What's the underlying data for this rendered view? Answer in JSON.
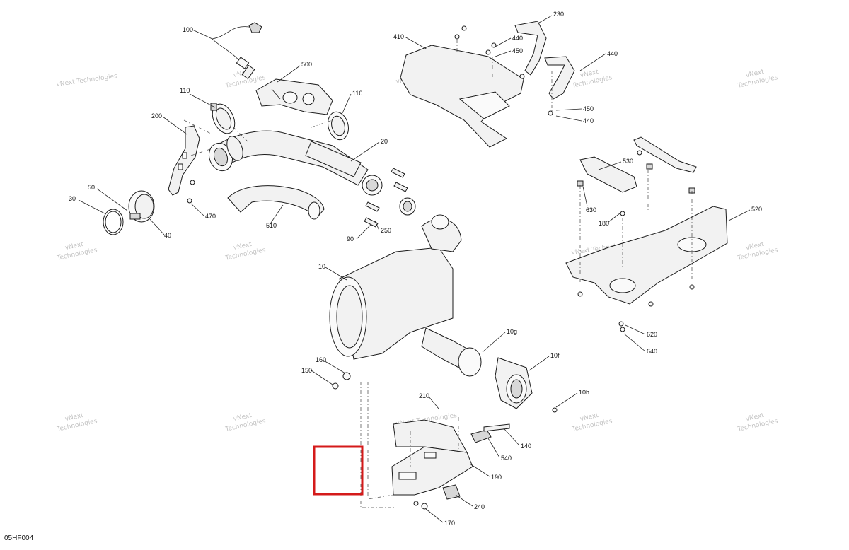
{
  "figure_id": "05HF004",
  "watermark": {
    "line1": "vNext",
    "line2": "Technologies",
    "line3": "vNext Technologies"
  },
  "callouts": {
    "c100": "100",
    "c500": "500",
    "c110a": "110",
    "c110b": "110",
    "c200": "200",
    "c20": "20",
    "c50": "50",
    "c30": "30",
    "c40": "40",
    "c470": "470",
    "c510": "510",
    "c250": "250",
    "c90": "90",
    "c410": "410",
    "c230": "230",
    "c440a": "440",
    "c450a": "450",
    "c440b": "440",
    "c450b": "450",
    "c440c": "440",
    "c530": "530",
    "c630": "630",
    "c180": "180",
    "c520": "520",
    "c10": "10",
    "c10g": "10g",
    "c10f": "10f",
    "c10h": "10h",
    "c160": "160",
    "c150": "150",
    "c210": "210",
    "c140": "140",
    "c540": "540",
    "c190": "190",
    "c240": "240",
    "c170": "170",
    "c620": "620",
    "c640": "640"
  },
  "colors": {
    "highlight": "#d41a1a",
    "line": "#1a1a1a",
    "watermark": "#bbbbbb"
  }
}
